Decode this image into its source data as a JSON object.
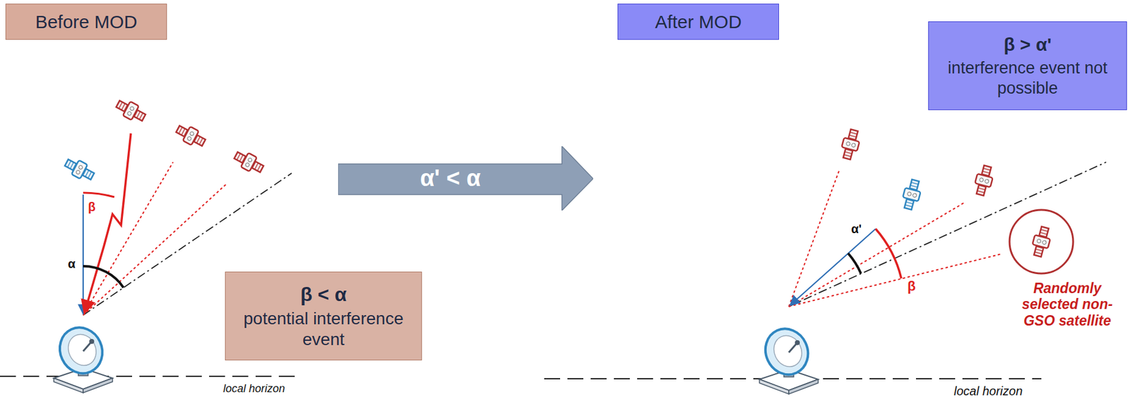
{
  "diagram": {
    "nodes": [
      {
        "text": [
          "Before MOD"
        ]
      },
      {
        "text": [
          "After MOD"
        ]
      },
      {
        "text": [
          "β > α'",
          "interference event not possible"
        ]
      },
      {
        "text": [
          "α' < α"
        ]
      },
      {
        "text": [
          "β < α",
          "potential interference event"
        ]
      }
    ],
    "labels": [
      "β",
      "α",
      "α'",
      "β",
      "local horizon",
      "local horizon",
      "Randomly selected non-GSO satellite"
    ]
  }
}
